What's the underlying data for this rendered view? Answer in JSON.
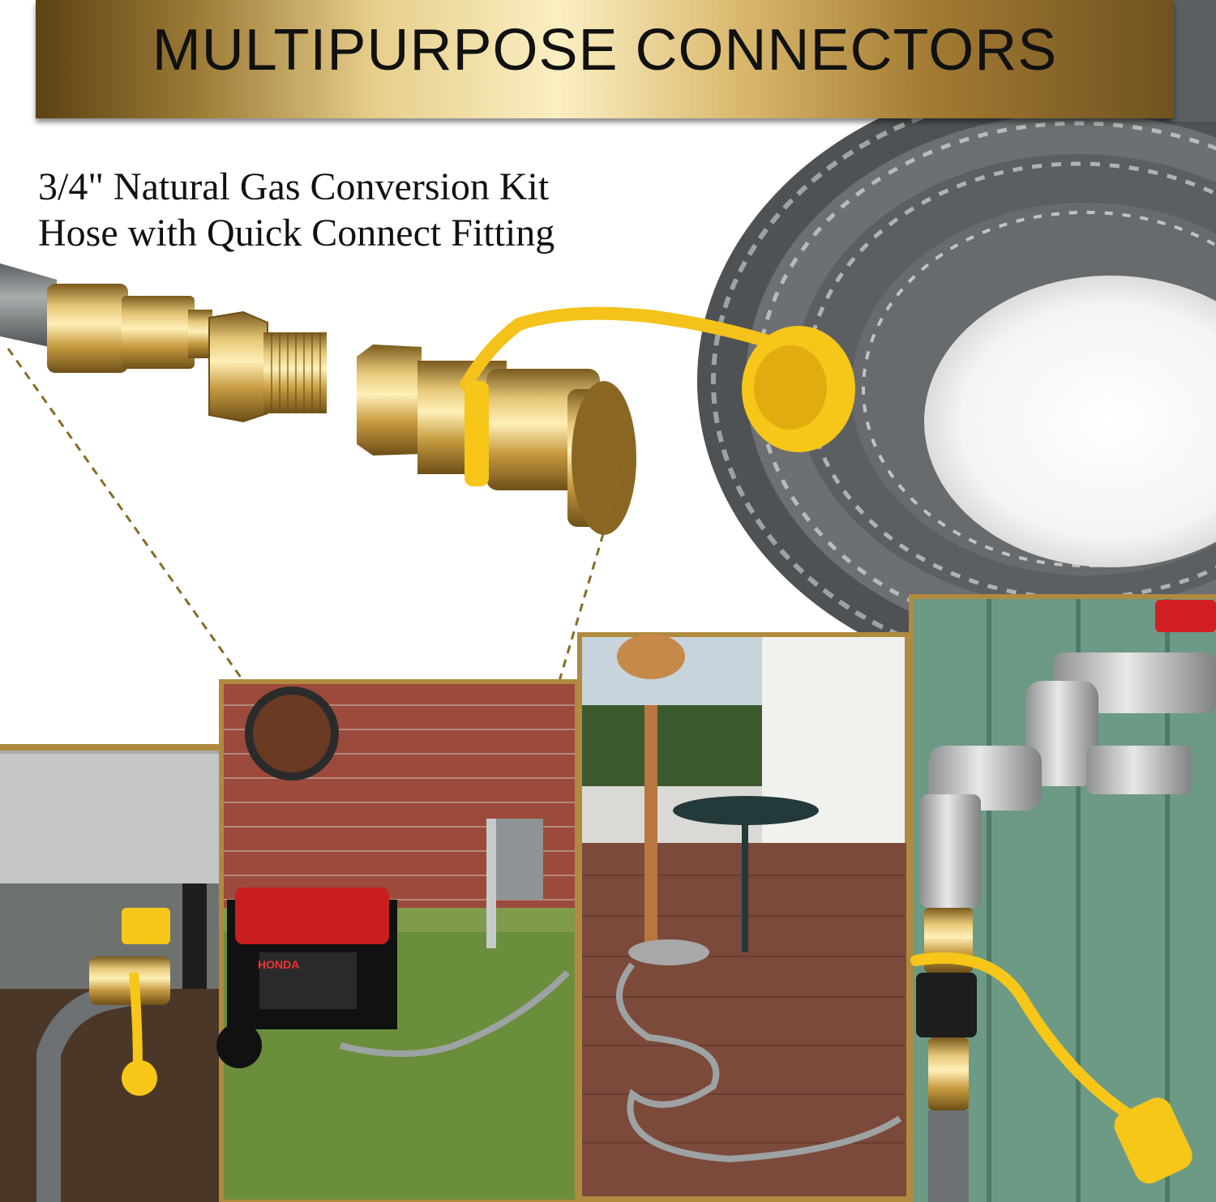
{
  "banner": {
    "title": "MULTIPURPOSE CONNECTORS"
  },
  "subtitle": {
    "line1": "3/4\" Natural Gas Conversion Kit",
    "line2": "Hose with Quick Connect Fitting"
  },
  "generator": {
    "brand_text": "HONDA"
  },
  "colors": {
    "gold_frame": "#b08a3e",
    "hose_gray": "#6f7374",
    "brass": "#c9a24a",
    "cap_yellow": "#f6c619",
    "brick": "#9c4a3c",
    "siding_green": "#6d9a85",
    "grass": "#6a8e3b"
  }
}
